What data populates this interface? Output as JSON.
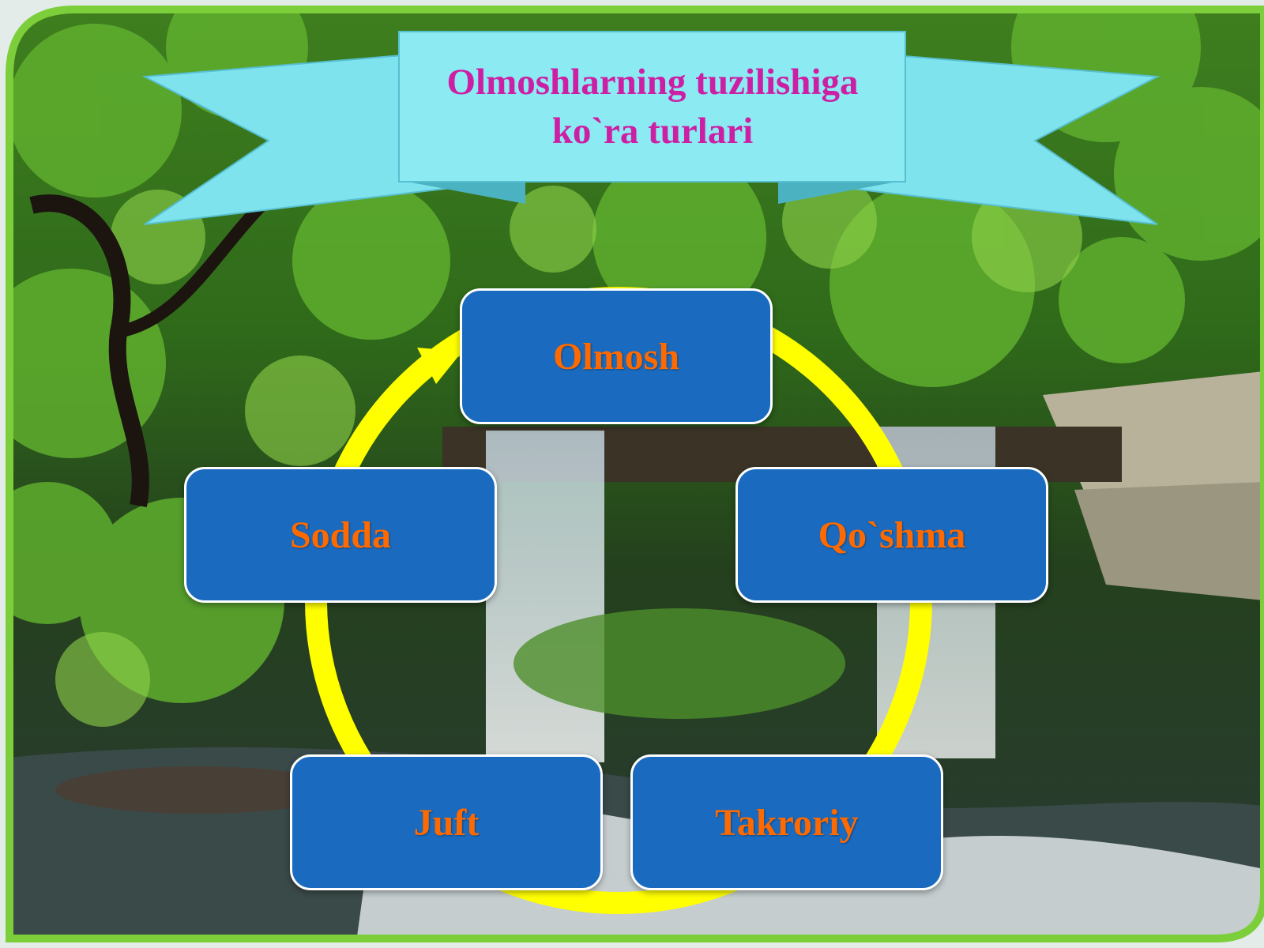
{
  "title": {
    "line1": "Olmoshlarning tuzilishiga",
    "line2": "ko`ra turlari"
  },
  "diagram": {
    "type": "cycle",
    "center_node": "Olmosh",
    "nodes": [
      {
        "id": "olmosh",
        "label": "Olmosh"
      },
      {
        "id": "qoshma",
        "label": "Qo`shma"
      },
      {
        "id": "takroriy",
        "label": "Takroriy"
      },
      {
        "id": "juft",
        "label": "Juft"
      },
      {
        "id": "sodda",
        "label": "Sodda"
      }
    ],
    "edges": [
      {
        "from": "olmosh",
        "to": "qoshma"
      },
      {
        "from": "qoshma",
        "to": "takroriy"
      },
      {
        "from": "takroriy",
        "to": "juft"
      },
      {
        "from": "juft",
        "to": "sodda"
      },
      {
        "from": "sodda",
        "to": "olmosh"
      }
    ]
  },
  "colors": {
    "node_fill": "#1a6bc0",
    "node_text": "#ff6a00",
    "title_text": "#cc1fa3",
    "ribbon": "#7fe3ee",
    "cycle_ring": "#ffff00",
    "frame": "#7ccf3a"
  },
  "icons": [
    "cycle-arrow-icon",
    "ribbon-banner",
    "forest-waterfall-photo"
  ]
}
